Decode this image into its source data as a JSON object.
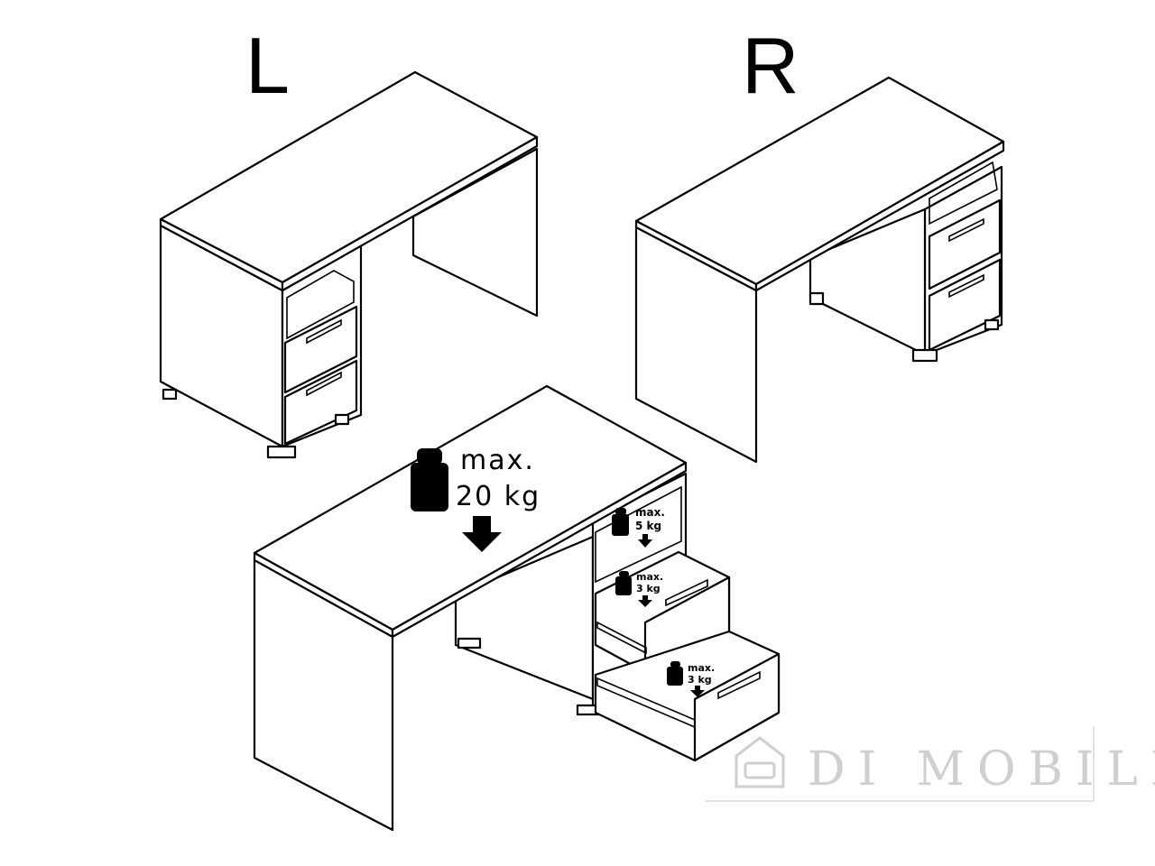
{
  "variants": {
    "left_label": "L",
    "right_label": "R"
  },
  "loads": {
    "top": {
      "label_line1": "max.",
      "label_line2": "20 kg"
    },
    "shelf": {
      "label_line1": "max.",
      "label_line2": "5 kg"
    },
    "drawer_upper": {
      "label_line1": "max.",
      "label_line2": "3 kg"
    },
    "drawer_lower": {
      "label_line1": "max.",
      "label_line2": "3 kg"
    }
  },
  "watermark": {
    "text": "DI MOBILÉ"
  },
  "icons": [
    "weight-icon",
    "down-arrow-icon",
    "sofa-logo-icon"
  ],
  "colors": {
    "line": "#000000",
    "background": "#ffffff",
    "watermark": "#cfcfcf"
  }
}
